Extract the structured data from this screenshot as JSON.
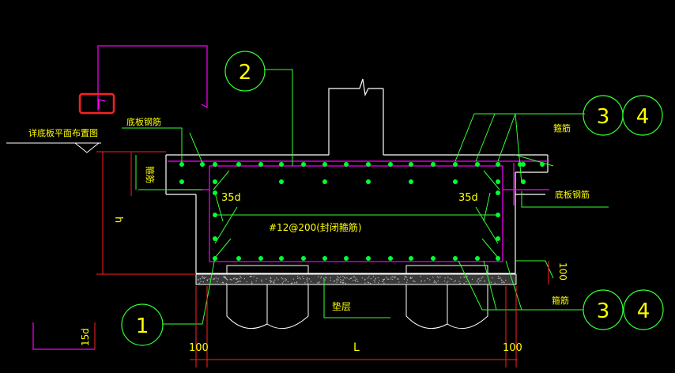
{
  "labels": {
    "ref_plan": "详底板平面布置图",
    "bottom_bar_top_left": "底板钢筋",
    "hook_left": "箍筋",
    "lap_left": "35d",
    "lap_right": "35d",
    "stirrup_spec": "#12@200(封闭箍筋)",
    "height_h": "h",
    "stirrup_top_right": "箍筋",
    "bottom_bar_right": "底板钢筋",
    "dim_100_right": "100",
    "stirrup_bottom_right": "箍筋",
    "cushion": "垫层",
    "dim_15d": "15d",
    "dim_100_left": "100",
    "dim_L": "L",
    "dim_100_bottom_right": "100"
  },
  "callouts": {
    "c1": "1",
    "c2": "2",
    "c3_top": "3",
    "c4_top": "4",
    "c3_bottom": "3",
    "c4_bottom": "4"
  },
  "colors": {
    "background": "#000000",
    "concrete": "#ffffff",
    "rebar": "#ff00ff",
    "dots": "#00ff33",
    "leader": "#33ff33",
    "text": "#ffff00",
    "dim": "#ff2020",
    "highlight": "#ff2020"
  }
}
